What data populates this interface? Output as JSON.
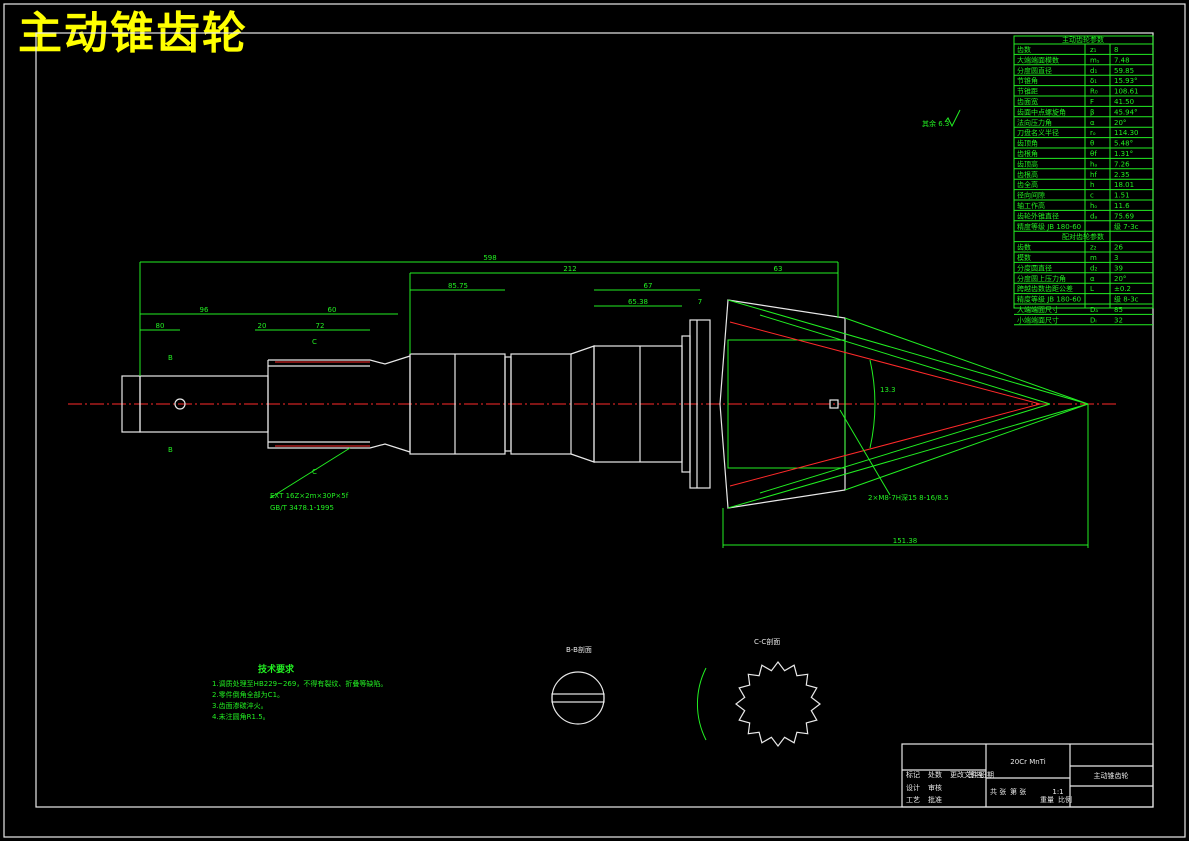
{
  "title": "主动锥齿轮",
  "colors": {
    "outline": "#22ee22",
    "part": "#e8e8e8",
    "center": "#ff2a2a",
    "title": "#ffff00"
  },
  "param_table": {
    "header": "主动齿轮参数",
    "rows": [
      [
        "齿数",
        "z₁",
        "8"
      ],
      [
        "大端端面模数",
        "mₛ",
        "7.48"
      ],
      [
        "分度圆直径",
        "d₁",
        "59.85"
      ],
      [
        "节锥角",
        "δ₁",
        "15.93°"
      ],
      [
        "节锥距",
        "R₀",
        "108.61"
      ],
      [
        "齿面宽",
        "F",
        "41.50"
      ],
      [
        "齿面中点螺旋角",
        "β",
        "45.94°"
      ],
      [
        "法向压力角",
        "α",
        "20°"
      ],
      [
        "刀盘名义半径",
        "rₒ",
        "114.30"
      ],
      [
        "齿顶角",
        "θ",
        "5.48°"
      ],
      [
        "齿根角",
        "θf",
        "1.31°"
      ],
      [
        "齿顶高",
        "hₐ",
        "7.26"
      ],
      [
        "齿根高",
        "hf",
        "2.35"
      ],
      [
        "齿全高",
        "h",
        "18.01"
      ],
      [
        "径向间隙",
        "c",
        "1.51"
      ],
      [
        "轴工作高",
        "hₒ",
        "11.6"
      ],
      [
        "齿轮外锥直径",
        "dₐ",
        "75.69"
      ],
      [
        "精度等级 JB 180-60",
        "",
        "级 7-3c"
      ]
    ],
    "header2": "配对齿轮参数",
    "rows2": [
      [
        "齿数",
        "z₂",
        "26"
      ],
      [
        "模数",
        "m",
        "3"
      ],
      [
        "分度圆直径",
        "d₂",
        "39"
      ],
      [
        "分度圆上压力角",
        "α",
        "20°"
      ],
      [
        "跨越齿数齿距公差",
        "L",
        "±0.2"
      ],
      [
        "精度等级 JB 180-60",
        "",
        "级 8-3c"
      ],
      [
        "大端端面尺寸",
        "Dₐ",
        "85"
      ],
      [
        "小端端面尺寸",
        "Dᵢ",
        "32"
      ]
    ]
  },
  "roughness_note": "其余 6.3",
  "dimensions": {
    "overall": "598",
    "d_212": "212",
    "d_63": "63",
    "d_96": "96",
    "d_80": "80",
    "d_20": "20",
    "d_72": "72",
    "d_60": "60",
    "d_85": "85.75",
    "d_67": "67",
    "d_65": "65.38",
    "d_7": "7",
    "d_cone": "151.38",
    "d_13": "13.3"
  },
  "section_marks": {
    "b": "B",
    "c": "C"
  },
  "thread_note": [
    "EXT 16Z×2m×30P×5f",
    "GB/T 3478.1-1995"
  ],
  "spline_note": "2×M8-7H深15 8-16/8.5",
  "section_bb": "B-B剖面",
  "section_cc": "C-C剖面",
  "tech": {
    "heading": "技术要求",
    "lines": [
      "1.调质处理至HB229~269，不得有裂纹、折叠等缺陷。",
      "2.零件倒角全部为C1。",
      "3.齿面渗碳淬火。",
      "4.未注圆角R1.5。"
    ]
  },
  "title_block": {
    "drawing_no": "20Cr MnTi",
    "name": "主动锥齿轮",
    "labels": [
      "标记",
      "处数",
      "更改文件号",
      "签名",
      "日期",
      "设计",
      "审核",
      "工艺",
      "批准",
      "比例",
      "重量",
      "共 张",
      "第 张"
    ],
    "scale": "1:1"
  }
}
